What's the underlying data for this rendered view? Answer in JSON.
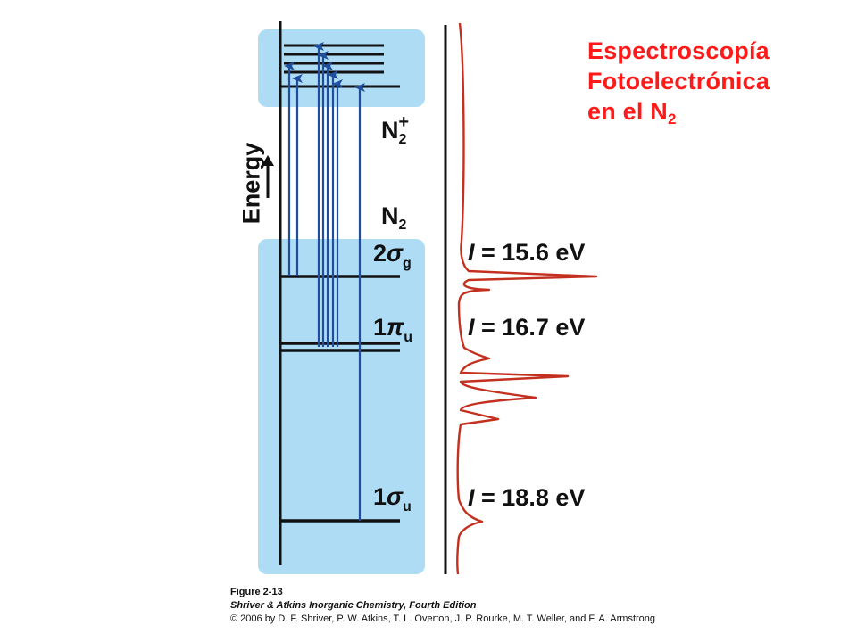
{
  "title": {
    "line1": "Espectroscopía",
    "line2": "Fotoelectrónica",
    "line3_prefix": "en el N",
    "line3_sub": "2"
  },
  "axis": {
    "energy_label": "Energy"
  },
  "species": {
    "ion_base": "N",
    "ion_sub": "2",
    "ion_sup": "+",
    "neutral_base": "N",
    "neutral_sub": "2"
  },
  "orbitals": [
    {
      "num": "2",
      "symbol": "σ",
      "sub": "g"
    },
    {
      "num": "1",
      "symbol": "π",
      "sub": "u"
    },
    {
      "num": "1",
      "symbol": "σ",
      "sub": "u"
    }
  ],
  "ionization": [
    {
      "var": "I",
      "text": " = 15.6 eV"
    },
    {
      "var": "I",
      "text": " = 16.7 eV"
    },
    {
      "var": "I",
      "text": " = 18.8 eV"
    }
  ],
  "colors": {
    "title": "#ff1a1a",
    "region_fill": "#aedcf5",
    "arrow": "#1f4e9c",
    "spectrum": "#c4301f",
    "lines": "#111111"
  },
  "caption": {
    "figure": "Figure 2-13",
    "book": "Shriver & Atkins Inorganic Chemistry, Fourth Edition",
    "copyright": "© 2006 by D. F. Shriver, P. W. Atkins, T. L. Overton, J. P. Rourke, M. T. Weller, and F. A. Armstrong"
  }
}
